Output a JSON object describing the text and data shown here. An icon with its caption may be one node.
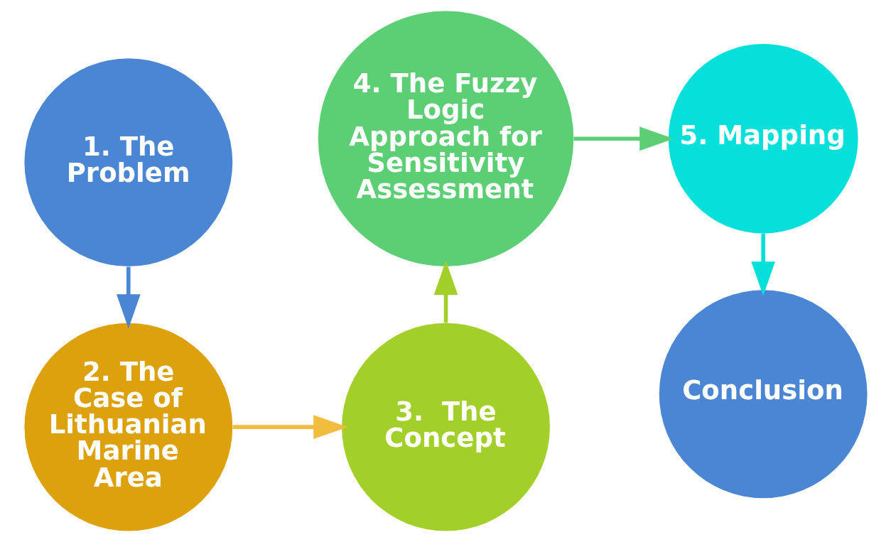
{
  "diagram": {
    "nodes": [
      {
        "text": [
          "1. The Problem"
        ]
      },
      {
        "text": [
          "2. The Case of Lithuanian Marine Area"
        ]
      },
      {
        "text": [
          "3.  The Concept"
        ]
      },
      {
        "text": [
          "4. The Fuzzy Logic Approach for Sensitivity Assessment"
        ]
      },
      {
        "text": [
          "5. Mapping"
        ]
      },
      {
        "text": [
          "Conclusion"
        ]
      }
    ],
    "edges": [
      {
        "from": 0,
        "to": 1,
        "arrow": "to",
        "color": "#4a86d4"
      },
      {
        "from": 1,
        "to": 2,
        "arrow": "to",
        "color": "#f2bd3e"
      },
      {
        "from": 2,
        "to": 3,
        "arrow": "to",
        "color": "#a3cf2a"
      },
      {
        "from": 3,
        "to": 4,
        "arrow": "to",
        "color": "#5ccf74"
      },
      {
        "from": 4,
        "to": 5,
        "arrow": "to",
        "color": "#07e0da"
      }
    ]
  }
}
